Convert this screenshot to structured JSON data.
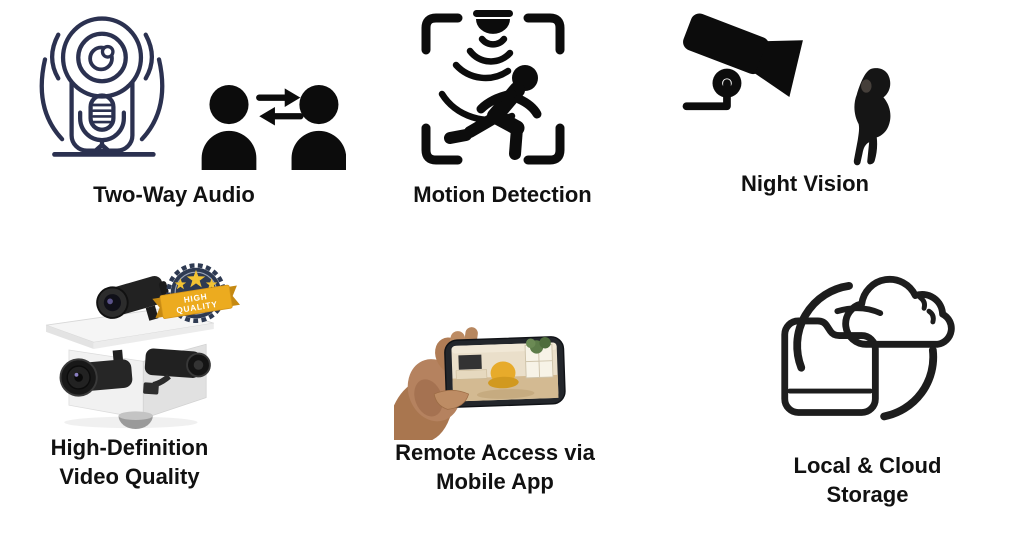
{
  "page": {
    "background": "#ffffff",
    "description": "Security camera product features infographic, 2 rows x 3 columns"
  },
  "features": [
    {
      "id": "two-way-audio",
      "label_lines": [
        "Two-Way Audio"
      ],
      "icons": [
        "video-doorbell-speaker-icon",
        "two-people-exchange-icon"
      ]
    },
    {
      "id": "motion-detection",
      "label_lines": [
        "Motion Detection"
      ],
      "icons": [
        "motion-sensor-running-person-icon"
      ]
    },
    {
      "id": "night-vision",
      "label_lines": [
        "Night Vision"
      ],
      "icons": [
        "cctv-camera-icon",
        "person-in-dark-silhouette"
      ]
    },
    {
      "id": "high-definition-video-quality",
      "label_lines": [
        "High-Definition",
        "Video Quality"
      ],
      "icons": [
        "mounted-cctv-cameras-photo",
        "high-quality-badge"
      ],
      "badge": {
        "line1": "HIGH",
        "line2": "QUALITY"
      }
    },
    {
      "id": "remote-access-mobile-app",
      "label_lines": [
        "Remote Access via",
        "Mobile App"
      ],
      "icons": [
        "hand-holding-smartphone-photo"
      ]
    },
    {
      "id": "local-cloud-storage",
      "label_lines": [
        "Local & Cloud",
        "Storage"
      ],
      "icons": [
        "folder-cloud-sync-icon"
      ]
    }
  ],
  "colors": {
    "label_text": "#111111",
    "outline_icon_navy": "#2b3150",
    "solid_icon_black": "#0c0c0c",
    "storage_icon_stroke": "#1d1d1d",
    "badge_circle_navy": "#2e3a52",
    "badge_ribbon_gold": "#ecab1f",
    "badge_stars_gold": "#f2c233",
    "badge_text_white": "#ffffff"
  }
}
